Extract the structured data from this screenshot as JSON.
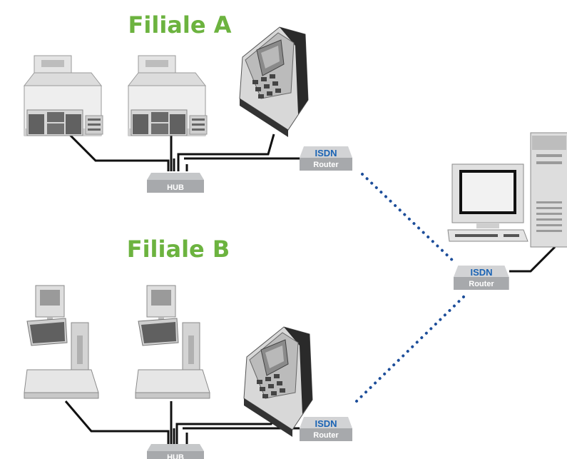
{
  "diagram": {
    "branch_a": {
      "title": "Filiale A",
      "hub_label": "HUB",
      "router_top": "ISDN",
      "router_bottom": "Router"
    },
    "branch_b": {
      "title": "Filiale B",
      "hub_label": "HUB",
      "router_top": "ISDN",
      "router_bottom": "Router"
    },
    "central": {
      "router_top": "ISDN",
      "router_bottom": "Router"
    },
    "colors": {
      "title_green": "#6cb33f",
      "isdn_blue": "#1a63b4",
      "dotted_link": "#1d4e9a",
      "device_grey": "#a7a9ac",
      "cable": "#111111"
    }
  }
}
